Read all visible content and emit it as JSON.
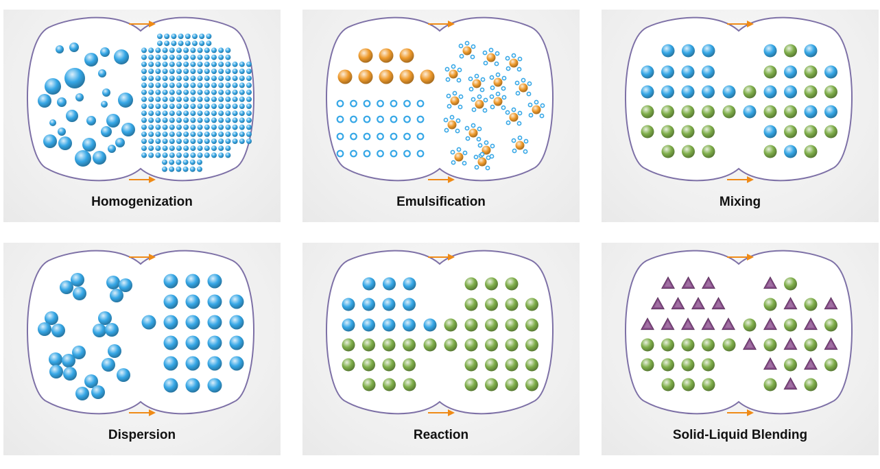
{
  "colors": {
    "outline": "#7d70a6",
    "arrow": "#ef8a16",
    "blue": "#36a7e6",
    "green": "#7fae4a",
    "orange": "#ee9a2c",
    "purple": "#8a4f8c"
  },
  "panels": [
    {
      "key": "homogenization",
      "label": "Homogenization"
    },
    {
      "key": "emulsification",
      "label": "Emulsification"
    },
    {
      "key": "mixing",
      "label": "Mixing"
    },
    {
      "key": "dispersion",
      "label": "Dispersion"
    },
    {
      "key": "reaction",
      "label": "Reaction"
    },
    {
      "key": "solid-liquid-blending",
      "label": "Solid-Liquid Blending"
    }
  ]
}
